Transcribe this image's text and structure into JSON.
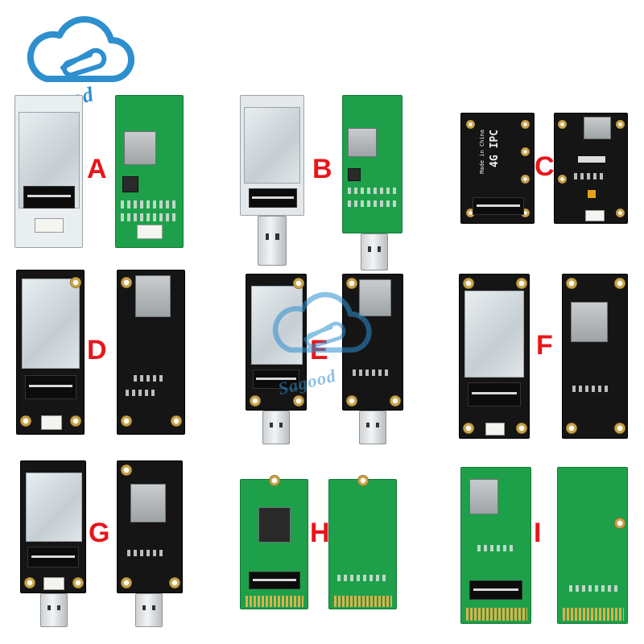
{
  "logo": {
    "icon": "cloud-link-icon",
    "brand_text": "Sagood",
    "color": "#2e8fcf"
  },
  "watermark": {
    "text": "Sagood"
  },
  "panels": [
    {
      "id": "A",
      "label": "A"
    },
    {
      "id": "B",
      "label": "B"
    },
    {
      "id": "C",
      "label": "C",
      "silkscreen": "4G IPC",
      "silkscreen_small": "Made in China"
    },
    {
      "id": "D",
      "label": "D"
    },
    {
      "id": "E",
      "label": "E"
    },
    {
      "id": "F",
      "label": "F"
    },
    {
      "id": "G",
      "label": "G"
    },
    {
      "id": "H",
      "label": "H"
    },
    {
      "id": "I",
      "label": "I"
    }
  ],
  "colors": {
    "label": "#e8151b",
    "pcb_green": "#1ea04a",
    "pcb_black": "#151515"
  }
}
